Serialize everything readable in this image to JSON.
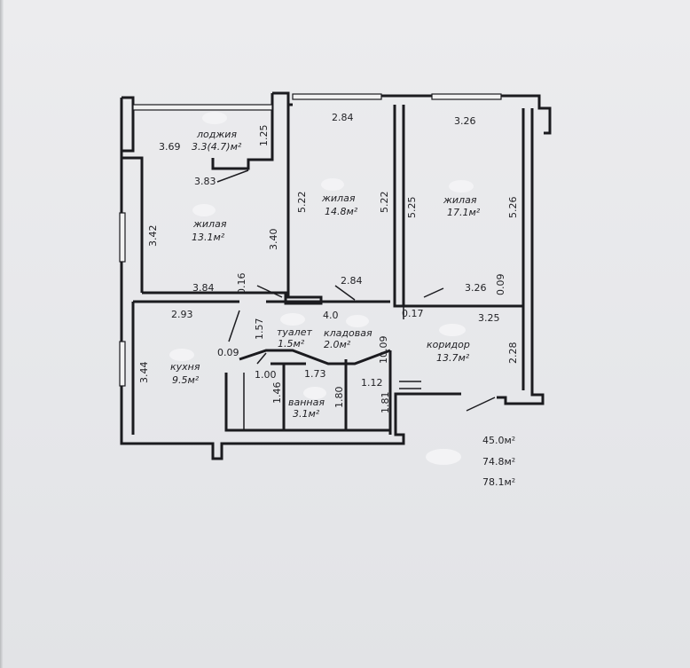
{
  "rooms": {
    "loggia": {
      "name": "лоджия",
      "area": "3.3(4.7)м²"
    },
    "living_left": {
      "name": "жилая",
      "area": "13.1м²"
    },
    "living_mid": {
      "name": "жилая",
      "area": "14.8м²"
    },
    "living_right": {
      "name": "жилая",
      "area": "17.1м²"
    },
    "kitchen": {
      "name": "кухня",
      "area": "9.5м²"
    },
    "toilet": {
      "name": "туалет",
      "area": "1.5м²"
    },
    "storage": {
      "name": "кладовая",
      "area": "2.0м²"
    },
    "bath": {
      "name": "ванная",
      "area": "3.1м²"
    },
    "corridor": {
      "name": "коридор",
      "area": "13.7м²"
    }
  },
  "dims": {
    "d1": "3.69",
    "d2": "1.25",
    "d3": "2.84",
    "d4": "3.26",
    "d5": "3.83",
    "d6": "5.22",
    "d7": "5.22",
    "d8": "5.25",
    "d9": "5.26",
    "d10": "3.42",
    "d11": "3.40",
    "d12": "3.84",
    "d13": "0.16",
    "d14": "2.84",
    "d15": "3.26",
    "d16": "0.09",
    "d17": "2.93",
    "d18": "4.0",
    "d19": "0.17",
    "d20": "3.25",
    "d21": "1.57",
    "d22": "0.09",
    "d23": "10.09",
    "d24": "3.44",
    "d25": "1.00",
    "d26": "1.73",
    "d27": "1.12",
    "d28": "2.28",
    "d29": "1.46",
    "d30": "1.80",
    "d31": "1.81"
  },
  "totals": {
    "t1": "45.0м²",
    "t2": "74.8м²",
    "t3": "78.1м²"
  }
}
